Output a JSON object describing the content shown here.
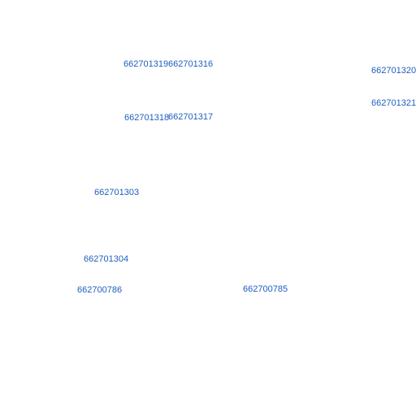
{
  "label_color": "#1f5fbf",
  "labels": [
    {
      "id": "662701319"
    },
    {
      "id": "662701316"
    },
    {
      "id": "662701320"
    },
    {
      "id": "662701321"
    },
    {
      "id": "662701318"
    },
    {
      "id": "662701317"
    },
    {
      "id": "662701303"
    },
    {
      "id": "662701304"
    },
    {
      "id": "662700786"
    },
    {
      "id": "662700785"
    }
  ]
}
